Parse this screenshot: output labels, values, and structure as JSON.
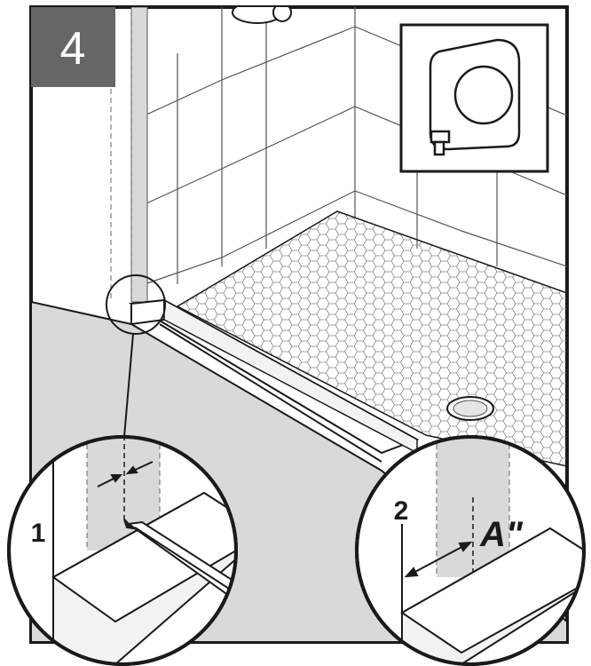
{
  "step": {
    "number": "4",
    "badge_color": "#666666"
  },
  "callouts": [
    {
      "id": "1",
      "label": "1"
    },
    {
      "id": "2",
      "label": "2",
      "dimension": "A\""
    }
  ],
  "tool_inset": {
    "icon": "tape-measure-icon"
  },
  "colors": {
    "wall_shadow": "#d9d9d9",
    "outline": "#1a1a1a",
    "floor": "#ffffff"
  }
}
